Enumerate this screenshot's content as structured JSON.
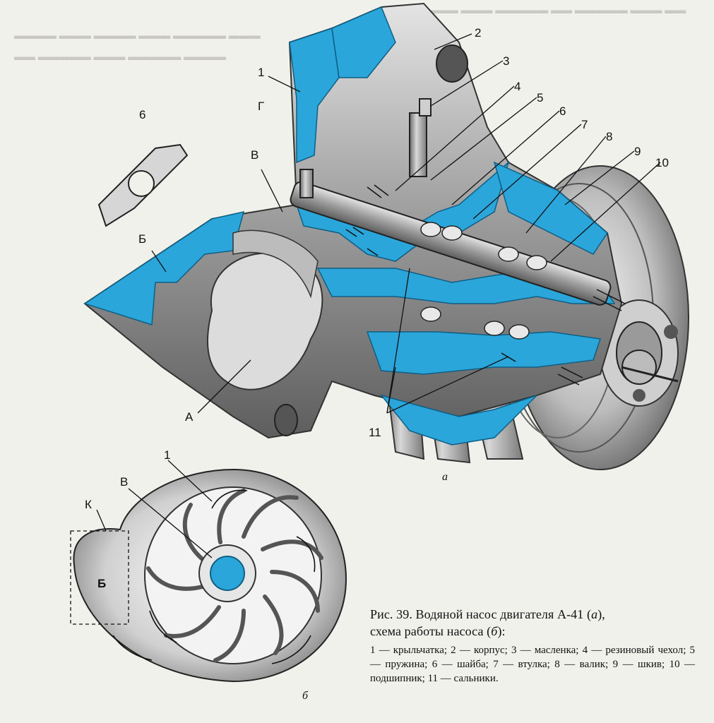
{
  "figure": {
    "view_a_label": "а",
    "view_b_label": "б"
  },
  "callouts_a": {
    "n1": "1",
    "n2": "2",
    "n3": "3",
    "n4": "4",
    "n5": "5",
    "n6": "6",
    "n7": "7",
    "n8": "8",
    "n9": "9",
    "n10": "10",
    "n11": "11",
    "G": "Г",
    "V": "В",
    "B": "Б",
    "A": "А",
    "washer": "6"
  },
  "callouts_b": {
    "n1": "1",
    "V": "В",
    "K": "К",
    "B": "Б"
  },
  "caption": {
    "title_line1": "Рис. 39. Водяной насос двигателя А-41 (",
    "title_a": "а",
    "title_line1_end": "),",
    "title_line2": "схема работы насоса (",
    "title_b": "б",
    "title_line2_end": "):",
    "legend": "1 — крыльчатка;  2 — корпус;  3 — масленка; 4 — резиновый чехол; 5 — пружина; 6 — шайба;  7 — втулка;  8 — валик;  9 — шкив;  10 — подшипник; 11 — сальники."
  },
  "colors": {
    "section_blue": "#2aa6db",
    "metal_gray": "#a8a8a8",
    "ink": "#111111"
  }
}
